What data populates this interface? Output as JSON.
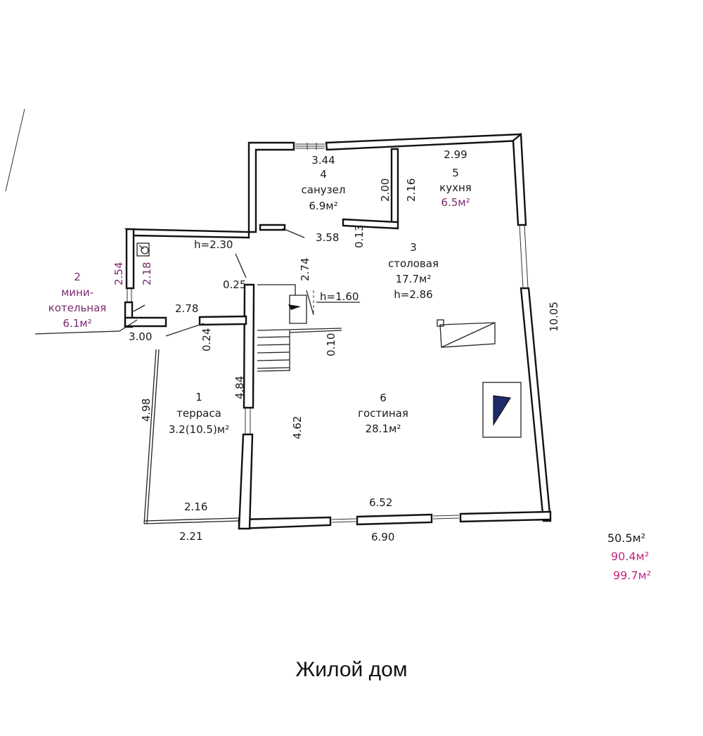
{
  "rooms": {
    "r1": {
      "num": "1",
      "name": "терраса",
      "area": "3.2(10.5)м²"
    },
    "r2": {
      "num": "2",
      "name_line1": "мини-",
      "name_line2": "котельная",
      "area": "6.1м²"
    },
    "r3": {
      "num": "3",
      "name": "столовая",
      "area": "17.7м²",
      "height": "h=2.86"
    },
    "r4": {
      "num": "4",
      "name": "санузел",
      "area": "6.9м²"
    },
    "r5": {
      "num": "5",
      "name": "кухня",
      "area": "6.5м²"
    },
    "r6": {
      "num": "6",
      "name": "гостиная",
      "area": "28.1м²"
    }
  },
  "heights": {
    "h230": "h=2.30",
    "h160": "h=1.60"
  },
  "dimensions": {
    "d344": "3.44",
    "d299": "2.99",
    "d200": "2.00",
    "d216v": "2.16",
    "d358": "3.58",
    "d013": "0.13",
    "d274": "2.74",
    "d025": "0.25",
    "d254": "2.54",
    "d218": "2.18",
    "d278": "2.78",
    "d300": "3.00",
    "d024": "0.24",
    "d010": "0.10",
    "d1005": "10.05",
    "d484": "4.84",
    "d498": "4.98",
    "d462": "4.62",
    "d216h": "2.16",
    "d221": "2.21",
    "d652": "6.52",
    "d690": "6.90"
  },
  "totals": {
    "t1": "50.5м²",
    "t2": "90.4м²",
    "t3": "99.7м²"
  },
  "title": "Жилой дом"
}
